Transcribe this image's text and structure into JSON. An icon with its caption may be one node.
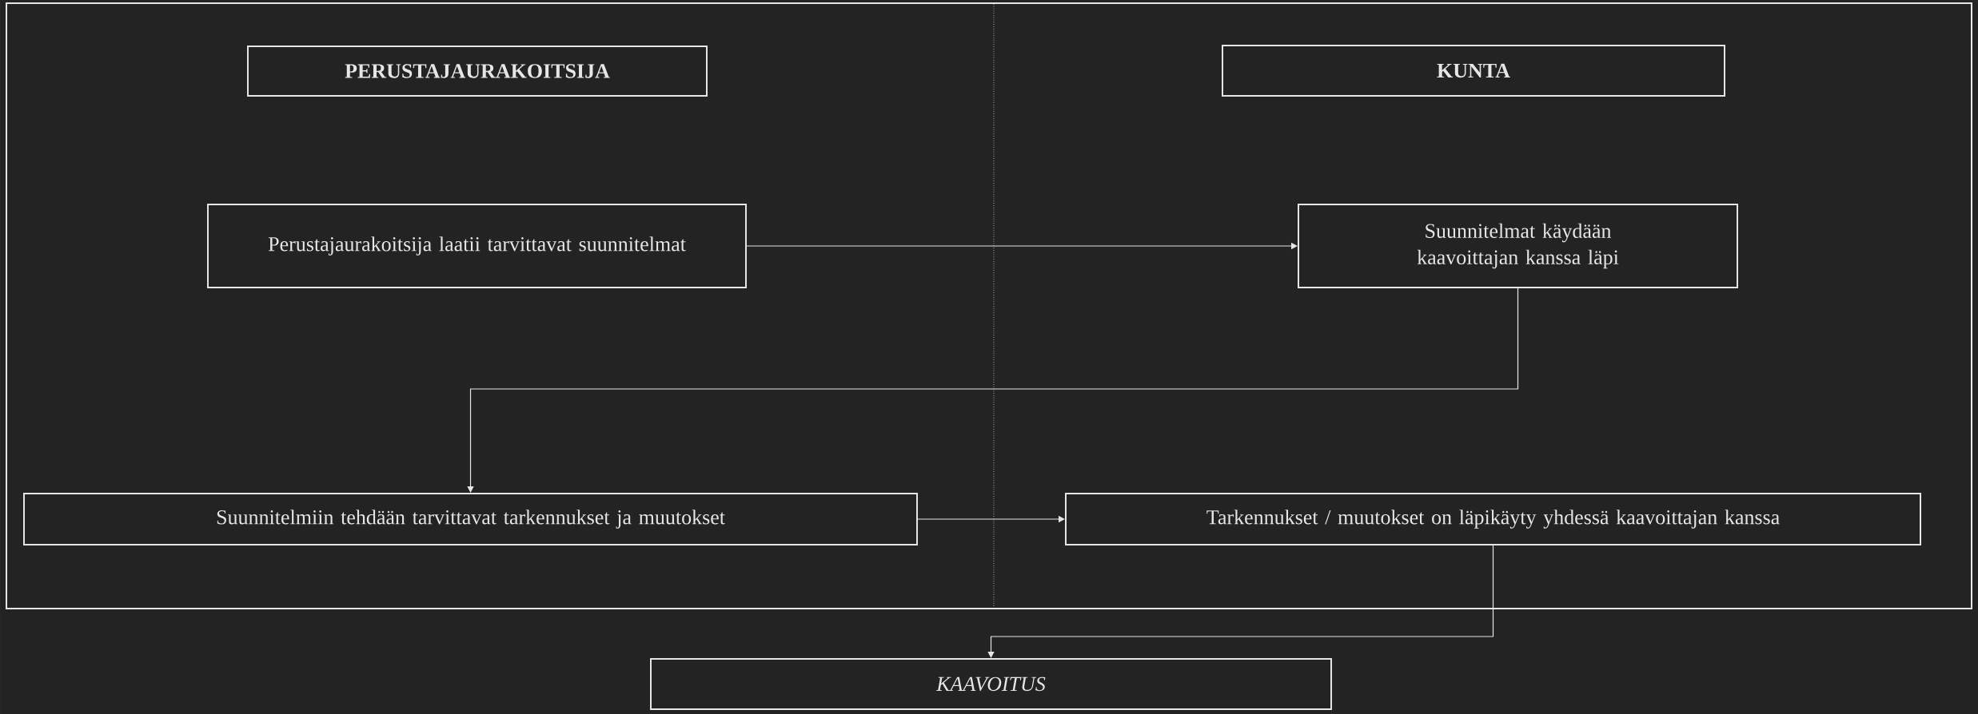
{
  "diagram": {
    "nodes": [
      {
        "text": [
          "PERUSTAJAURAKOITSIJA"
        ]
      },
      {
        "text": [
          "KUNTA"
        ]
      },
      {
        "text": [
          "Perustajaurakoitsija laatii tarvittavat suunnitelmat"
        ]
      },
      {
        "text": [
          "Suunnitelmat käydään kaavoittajan kanssa läpi"
        ]
      },
      {
        "text": [
          "Suunnitelmiin tehdään tarvittavat tarkennukset ja muutokset"
        ]
      },
      {
        "text": [
          "Tarkennukset / muutokset on läpikäyty yhdessä kaavoittajan kanssa"
        ]
      },
      {
        "text": [
          "KAAVOITUS"
        ]
      }
    ],
    "edges": [
      {
        "from": 2,
        "to": 3,
        "arrow": "to"
      },
      {
        "from": 3,
        "to": 4,
        "arrow": "to"
      },
      {
        "from": 4,
        "to": 5,
        "arrow": "to"
      },
      {
        "from": 5,
        "to": 6,
        "arrow": "to"
      }
    ]
  }
}
